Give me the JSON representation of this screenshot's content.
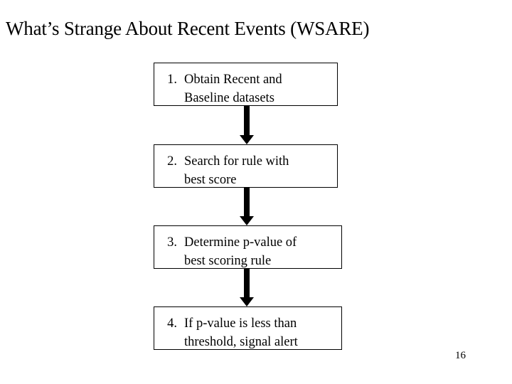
{
  "slide": {
    "title": "What’s Strange About Recent Events (WSARE)",
    "page_number": "16",
    "steps": [
      {
        "number": "1.",
        "text_line1": "Obtain Recent and",
        "text_line2": "Baseline datasets"
      },
      {
        "number": "2.",
        "text_line1": "Search for rule with",
        "text_line2": "best score"
      },
      {
        "number": "3.",
        "text_line1": "Determine p-value of",
        "text_line2": "best scoring rule"
      },
      {
        "number": "4.",
        "text_line1": "If p-value is less than",
        "text_line2": "threshold, signal alert"
      }
    ],
    "arrows": [
      {
        "name": "arrow-step1-to-step2"
      },
      {
        "name": "arrow-step2-to-step3"
      },
      {
        "name": "arrow-step3-to-step4"
      }
    ],
    "colors": {
      "background": "#ffffff",
      "text": "#000000",
      "box_border": "#000000",
      "arrow": "#000000"
    }
  }
}
